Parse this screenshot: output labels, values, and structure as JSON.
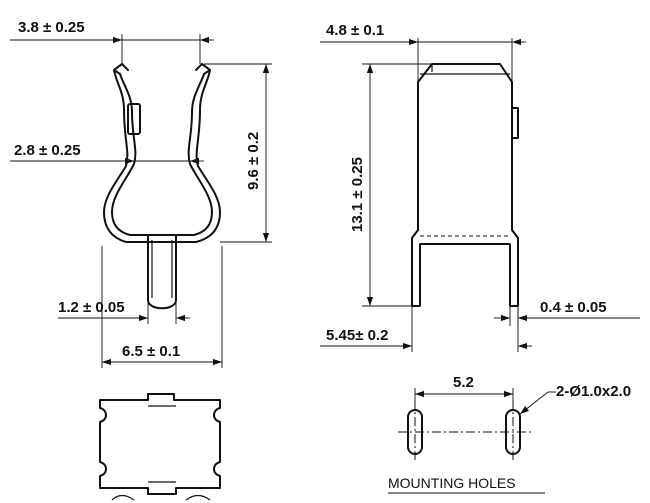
{
  "dimensions": {
    "front_top_width": "3.8 ± 0.25",
    "front_waist_width": "2.8 ± 0.25",
    "front_height": "9.6 ± 0.2",
    "pin_width": "1.2 ± 0.05",
    "base_width": "6.5 ± 0.1",
    "side_top_width": "4.8 ± 0.1",
    "side_height": "13.1 ± 0.25",
    "thickness": "0.4 ± 0.05",
    "side_base_width": "5.45± 0.2",
    "hole_spacing": "5.2",
    "hole_spec": "2-Ø1.0x2.0"
  },
  "labels": {
    "mounting_holes": "MOUNTING HOLES"
  }
}
